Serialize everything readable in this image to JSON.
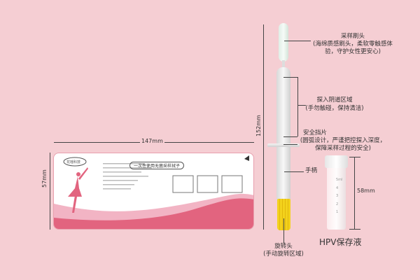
{
  "dimensions": {
    "width": "147mm",
    "height": "57mm",
    "swab_length": "152mm",
    "tube_height": "58mm"
  },
  "card": {
    "title": "一次性使用无菌采样拭子",
    "logo_text": "花瑶科技"
  },
  "callouts": [
    {
      "title": "采样刷头",
      "desc": "(海绵质感刷头，柔软零触感体验，守护女性更安心)"
    },
    {
      "title": "探入阴道区域",
      "desc": "(手勿触碰，保持清洁)"
    },
    {
      "title": "安全挡片",
      "desc": "(圆弧设计，严谨把控探入深度，保障采样过程的安全)"
    },
    {
      "title": "手柄",
      "desc": ""
    },
    {
      "title": "旋转头",
      "desc": "(手动旋转区域)"
    }
  ],
  "tube": {
    "label": "HPV保存液",
    "scale": [
      "5ml",
      "4",
      "3",
      "2",
      "1"
    ]
  },
  "colors": {
    "background": "#f5ced3",
    "accent_pink": "#e2647f",
    "cap_yellow": "#f3d21c"
  }
}
